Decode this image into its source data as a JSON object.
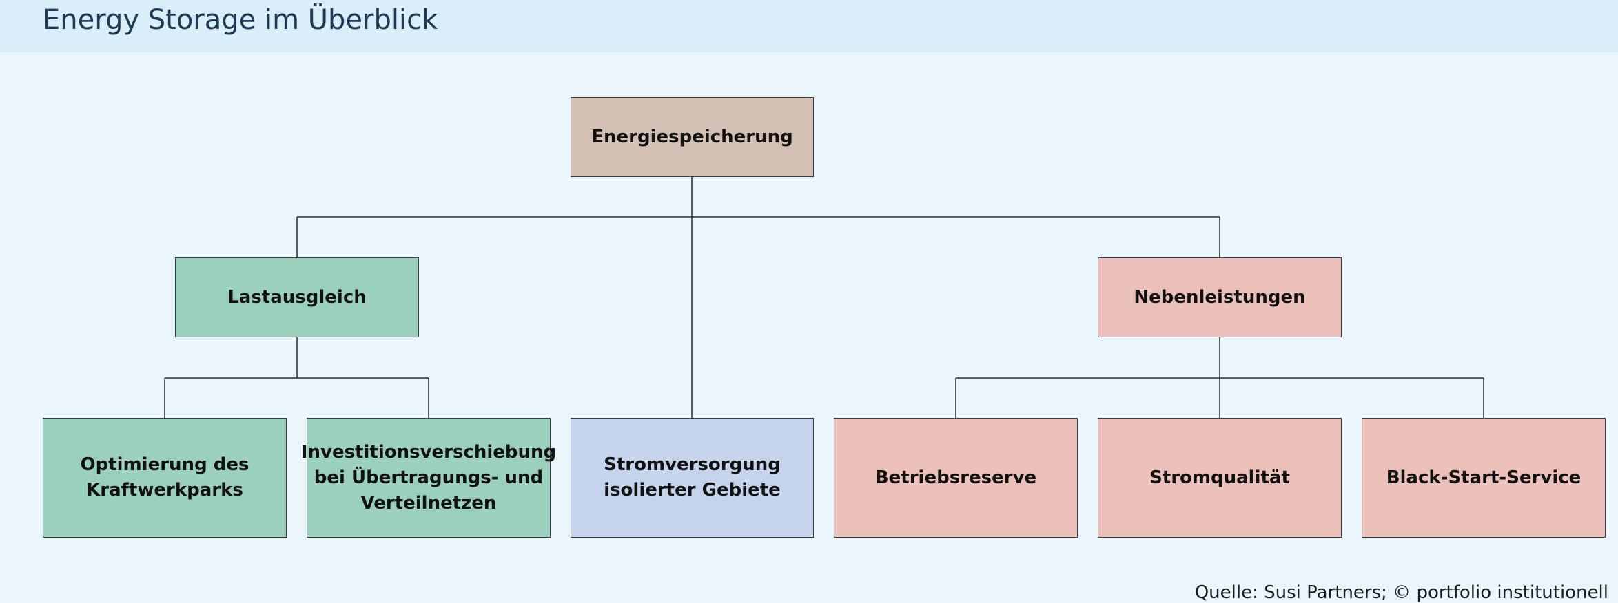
{
  "header": {
    "title": "Energy Storage im Überblick"
  },
  "diagram": {
    "root": "Energiespeicherung",
    "left_branch": "Lastausgleich",
    "right_branch": "Nebenleistungen",
    "leaves": {
      "optimierung": "Optimierung des Kraftwerkparks",
      "investition": "Investitionsverschiebung bei Übertragungs- und Verteilnetzen",
      "stromversorgung": "Stromversorgung isolierter Gebiete",
      "betriebsreserve": "Betriebsreserve",
      "stromqualitaet": "Stromqualität",
      "blackstart": "Black-Start-Service"
    }
  },
  "footer": {
    "source": "Quelle: Susi Partners; © portfolio institutionell"
  },
  "colors": {
    "root": "#d5c0b5",
    "lastausgleich": "#9bd0bd",
    "stromversorgung": "#c5d4ec",
    "nebenleistungen": "#ecc0bb"
  }
}
